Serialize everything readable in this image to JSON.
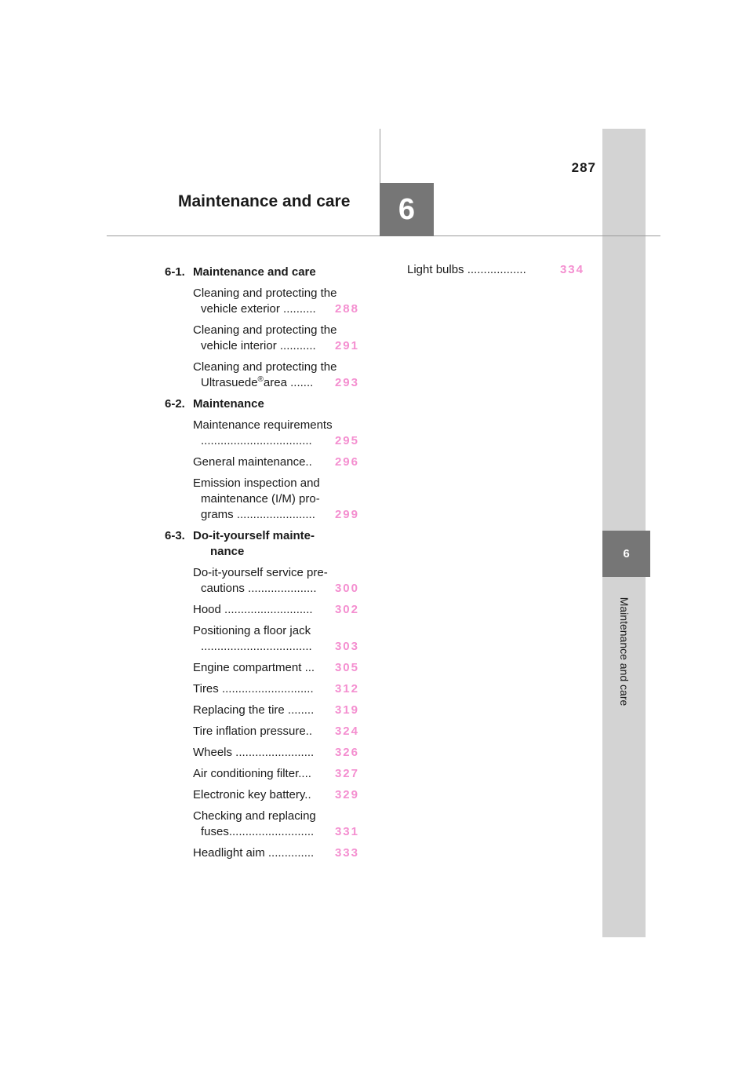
{
  "page_number": "287",
  "chapter_number": "6",
  "chapter_title": "Maintenance and care",
  "side_tab": {
    "number": "6",
    "label": "Maintenance and care"
  },
  "left_column": {
    "sections": [
      {
        "number": "6-1.",
        "title": "Maintenance and care",
        "entries": [
          {
            "pre": "Cleaning and protecting the",
            "text": "vehicle exterior ..........",
            "page": "288"
          },
          {
            "pre": "Cleaning and protecting the",
            "text": "vehicle interior ...........",
            "page": "291"
          },
          {
            "pre": "Cleaning and protecting the",
            "text": "Ultrasuede",
            "sup": "®",
            "text2": "area .......",
            "page": "293"
          }
        ]
      },
      {
        "number": "6-2.",
        "title": "Maintenance",
        "entries": [
          {
            "pre": "Maintenance requirements",
            "text": " ..................................",
            "page": "295"
          },
          {
            "text": "General maintenance..",
            "page": "296"
          },
          {
            "pre": "Emission inspection and",
            "pre2": "maintenance (I/M) pro-",
            "text": "grams ........................",
            "page": "299"
          }
        ]
      },
      {
        "number": "6-3.",
        "title": "Do-it-yourself mainte-",
        "title2": "nance",
        "entries": [
          {
            "pre": "Do-it-yourself service pre-",
            "text": "cautions .....................",
            "page": "300"
          },
          {
            "text": "Hood ...........................",
            "page": "302"
          },
          {
            "pre": "Positioning a floor jack",
            "text": " ..................................",
            "page": "303"
          },
          {
            "text": "Engine compartment ...",
            "page": "305"
          },
          {
            "text": "Tires ............................",
            "page": "312"
          },
          {
            "text": "Replacing the tire ........",
            "page": "319"
          },
          {
            "text": "Tire inflation pressure..",
            "page": "324"
          },
          {
            "text": "Wheels ........................",
            "page": "326"
          },
          {
            "text": "Air conditioning filter....",
            "page": "327"
          },
          {
            "text": "Electronic key battery..",
            "page": "329"
          },
          {
            "pre": "Checking and replacing",
            "text": "fuses..........................",
            "page": "331"
          },
          {
            "text": "Headlight aim ..............",
            "page": "333"
          }
        ]
      }
    ]
  },
  "right_column": {
    "entries": [
      {
        "text": "Light bulbs ..................",
        "page": "334"
      }
    ]
  },
  "colors": {
    "page_link": "#f48fd0",
    "tab_dark": "#767676",
    "tab_light": "#d3d3d3"
  }
}
